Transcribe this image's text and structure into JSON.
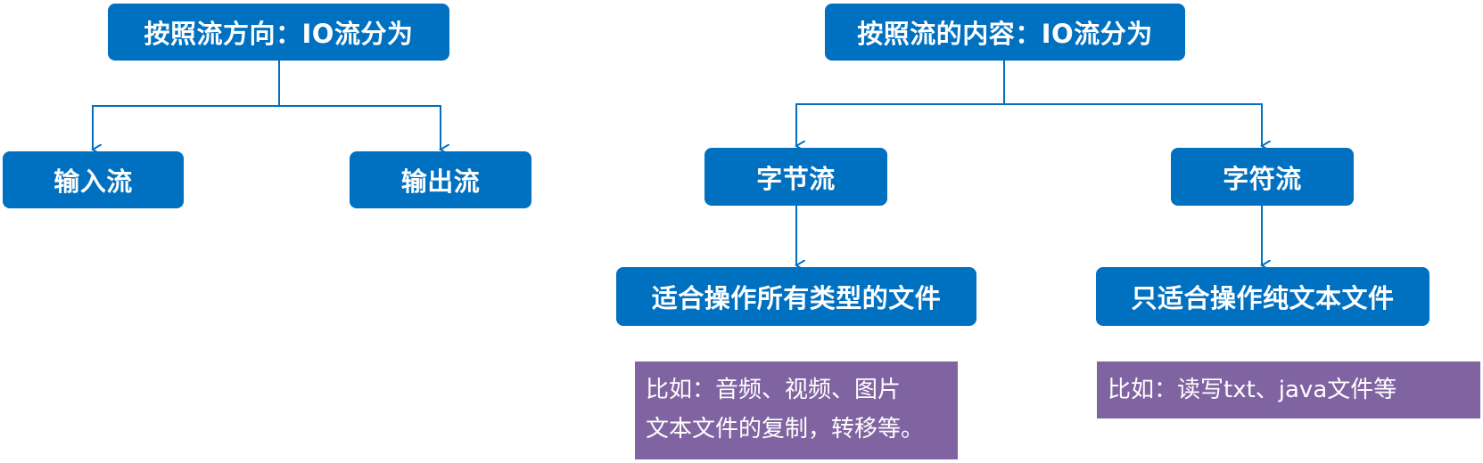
{
  "left_tree": {
    "root": "按照流方向：IO流分为",
    "children": [
      "输入流",
      "输出流"
    ]
  },
  "right_tree": {
    "root": "按照流的内容：IO流分为",
    "byte_stream": {
      "label": "字节流",
      "usage": "适合操作所有类型的文件",
      "example_lines": [
        "比如：音频、视频、图片",
        "文本文件的复制，转移等。"
      ]
    },
    "char_stream": {
      "label": "字符流",
      "usage": "只适合操作纯文本文件",
      "example_lines": [
        "比如：读写txt、java文件等"
      ]
    }
  },
  "colors": {
    "node_fill": "#0070C0",
    "note_fill": "#8064A2",
    "connector": "#0070C0"
  }
}
